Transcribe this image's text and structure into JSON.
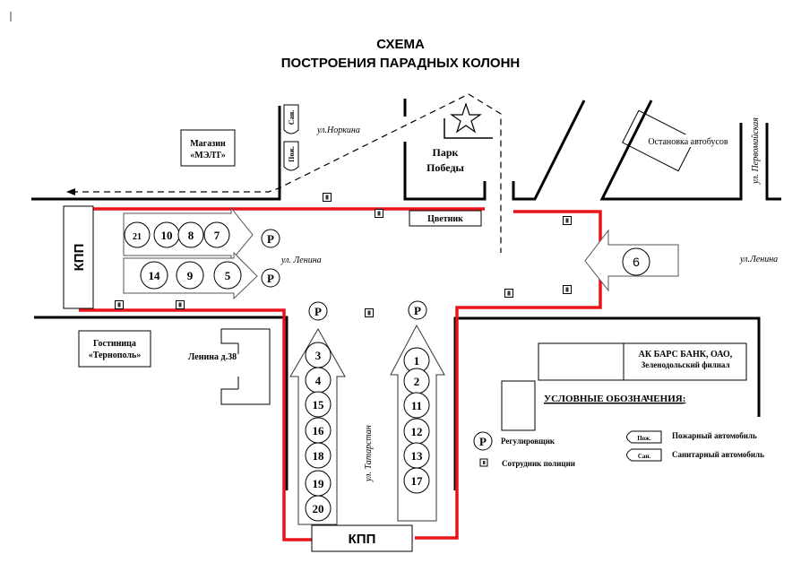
{
  "title": {
    "line1": "СХЕМА",
    "line2": "ПОСТРОЕНИЯ ПАРАДНЫХ КОЛОНН"
  },
  "streets": {
    "norkina": "ул.Норкина",
    "lenina_left": "ул. Ленина",
    "lenina_right": "ул.Ленина",
    "pervomayskaya": "ул. Первомайская",
    "tatarstan": "ул. Татарстан"
  },
  "buildings": {
    "shop": [
      "Магазин",
      "«МЭЛТ»"
    ],
    "park": [
      "Парк",
      "Победы"
    ],
    "flowerbed": "Цветник",
    "bus_stop": "Остановка автобусов",
    "hotel": [
      "Гостиница",
      "«Тернополь»"
    ],
    "lenina38": "Ленина д.38",
    "bank": [
      "АК БАРС БАНК, ОАО,",
      "Зеленодольский филиал"
    ],
    "checkpoint_left": "КПП",
    "checkpoint_bottom": "КПП"
  },
  "vehicles": {
    "fire_short": "Пож.",
    "ambulance_short": "Сан."
  },
  "columns": {
    "left_top_arrow": [
      "21",
      "10",
      "8",
      "7"
    ],
    "left_bottom_arrow": [
      "14",
      "9",
      "5"
    ],
    "right_arrow": [
      "6"
    ],
    "up_left_arrow": [
      "3",
      "4",
      "15",
      "16",
      "18",
      "19",
      "20"
    ],
    "up_right_arrow": [
      "1",
      "2",
      "11",
      "12",
      "13",
      "17"
    ]
  },
  "traffic_controller_symbol": "Р",
  "legend": {
    "title": "УСЛОВНЫЕ ОБОЗНАЧЕНИЯ:",
    "items": [
      {
        "symbol": "Р",
        "label": "Регулировщик"
      },
      {
        "symbol": "police",
        "label": "Сотрудник полиции"
      },
      {
        "symbol": "Пож.",
        "label": "Пожарный автомобиль"
      },
      {
        "symbol": "Сан.",
        "label": "Санитарный автомобиль"
      }
    ]
  },
  "colors": {
    "barrier": "#e8141b",
    "line": "#000000"
  }
}
